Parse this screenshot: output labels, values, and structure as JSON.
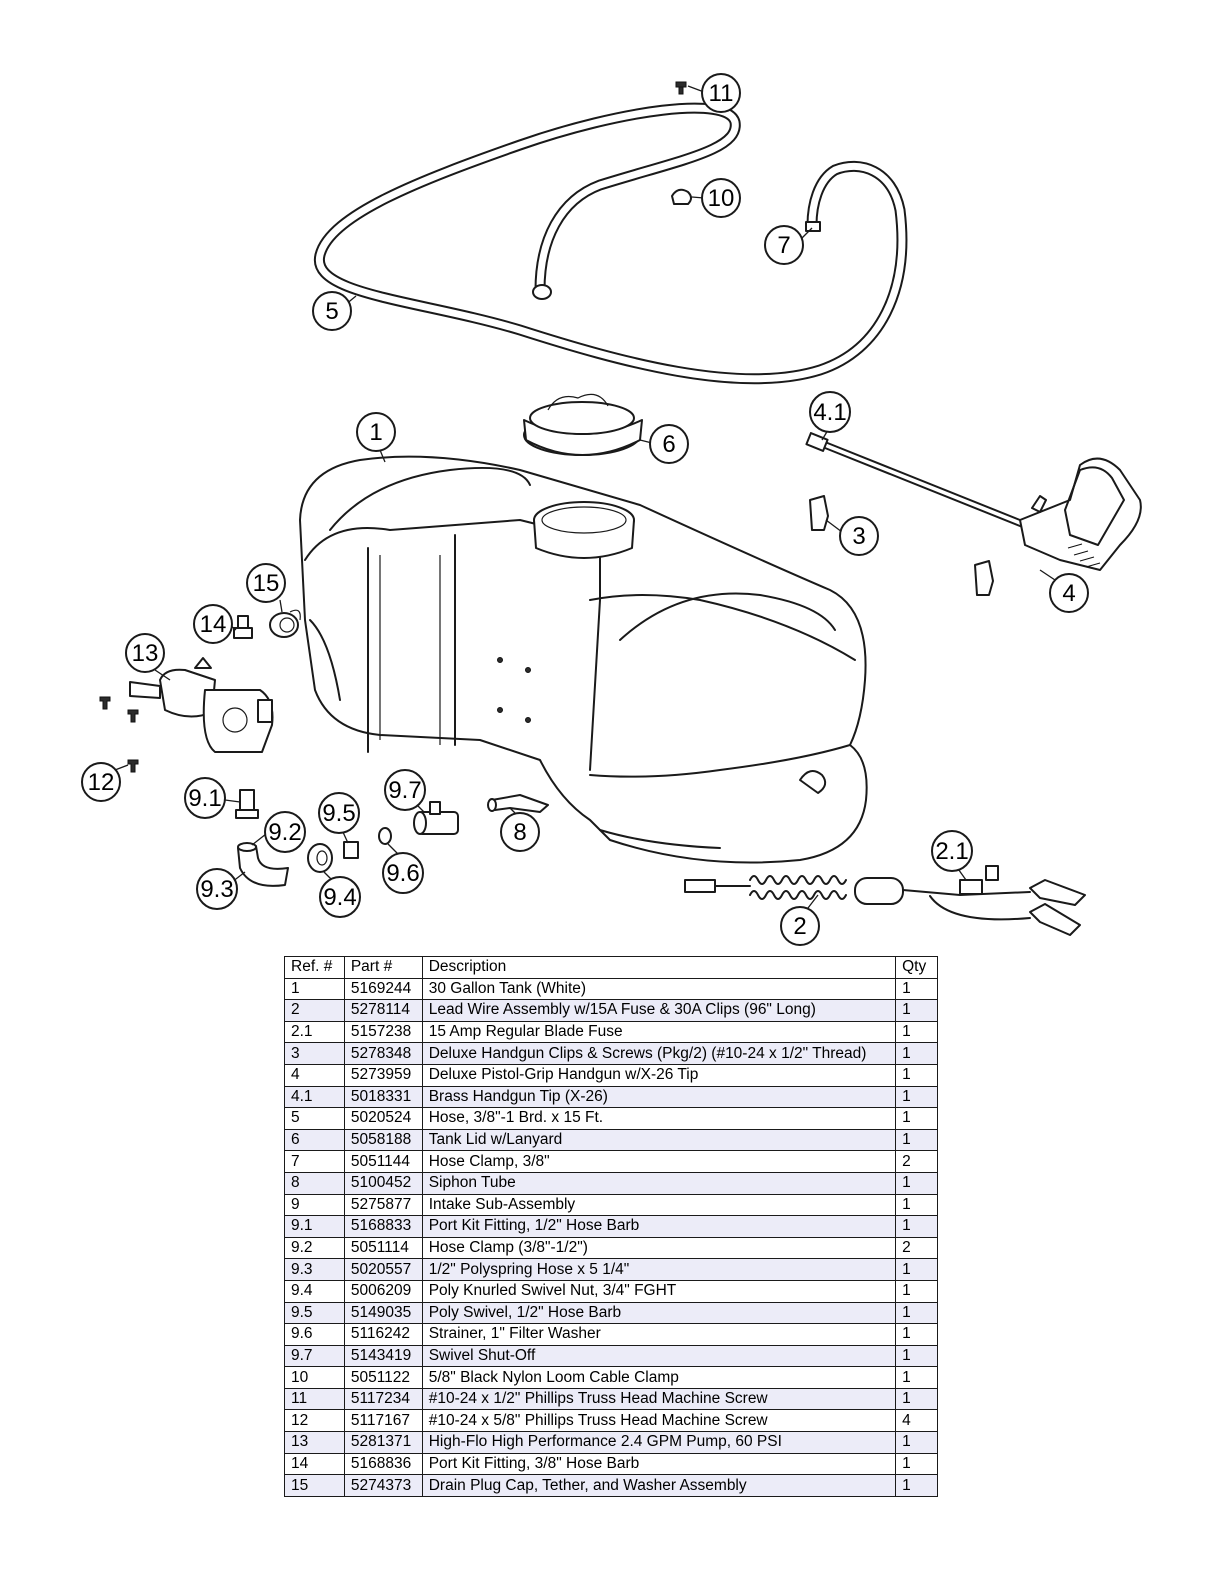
{
  "callouts": [
    "11",
    "10",
    "7",
    "5",
    "1",
    "6",
    "4.1",
    "3",
    "4",
    "15",
    "14",
    "13",
    "12",
    "9.1",
    "9.2",
    "9.3",
    "9.5",
    "9.4",
    "9.7",
    "9.6",
    "8",
    "2.1",
    "2"
  ],
  "table": {
    "headers": [
      "Ref. #",
      "Part #",
      "Description",
      "Qty"
    ],
    "rows": [
      [
        "1",
        "5169244",
        "30 Gallon Tank (White)",
        "1"
      ],
      [
        "2",
        "5278114",
        "Lead Wire Assembly w/15A Fuse & 30A Clips (96\" Long)",
        "1"
      ],
      [
        "2.1",
        "5157238",
        "15 Amp Regular Blade Fuse",
        "1"
      ],
      [
        "3",
        "5278348",
        "Deluxe Handgun Clips & Screws (Pkg/2) (#10-24 x 1/2\" Thread)",
        "1"
      ],
      [
        "4",
        "5273959",
        "Deluxe Pistol-Grip Handgun w/X-26 Tip",
        "1"
      ],
      [
        "4.1",
        "5018331",
        "Brass Handgun Tip (X-26)",
        "1"
      ],
      [
        "5",
        "5020524",
        "Hose, 3/8\"-1 Brd. x 15 Ft.",
        "1"
      ],
      [
        "6",
        "5058188",
        "Tank Lid w/Lanyard",
        "1"
      ],
      [
        "7",
        "5051144",
        "Hose Clamp, 3/8\"",
        "2"
      ],
      [
        "8",
        "5100452",
        "Siphon Tube",
        "1"
      ],
      [
        "9",
        "5275877",
        "Intake Sub-Assembly",
        "1"
      ],
      [
        "9.1",
        "5168833",
        "Port Kit Fitting, 1/2\" Hose Barb",
        "1"
      ],
      [
        "9.2",
        "5051114",
        "Hose Clamp (3/8\"-1/2\")",
        "2"
      ],
      [
        "9.3",
        "5020557",
        "1/2\" Polyspring Hose x 5 1/4\"",
        "1"
      ],
      [
        "9.4",
        "5006209",
        "Poly Knurled Swivel Nut, 3/4\" FGHT",
        "1"
      ],
      [
        "9.5",
        "5149035",
        "Poly Swivel, 1/2\" Hose Barb",
        "1"
      ],
      [
        "9.6",
        "5116242",
        "Strainer, 1\" Filter Washer",
        "1"
      ],
      [
        "9.7",
        "5143419",
        "Swivel Shut-Off",
        "1"
      ],
      [
        "10",
        "5051122",
        "5/8\" Black Nylon Loom Cable Clamp",
        "1"
      ],
      [
        "11",
        "5117234",
        "#10-24 x 1/2\" Phillips Truss Head Machine Screw",
        "1"
      ],
      [
        "12",
        "5117167",
        "#10-24 x 5/8\" Phillips Truss Head Machine Screw",
        "4"
      ],
      [
        "13",
        "5281371",
        "High-Flo High Performance 2.4 GPM Pump, 60 PSI",
        "1"
      ],
      [
        "14",
        "5168836",
        "Port Kit Fitting, 3/8\" Hose Barb",
        "1"
      ],
      [
        "15",
        "5274373",
        "Drain Plug Cap, Tether, and Washer Assembly",
        "1"
      ]
    ]
  }
}
